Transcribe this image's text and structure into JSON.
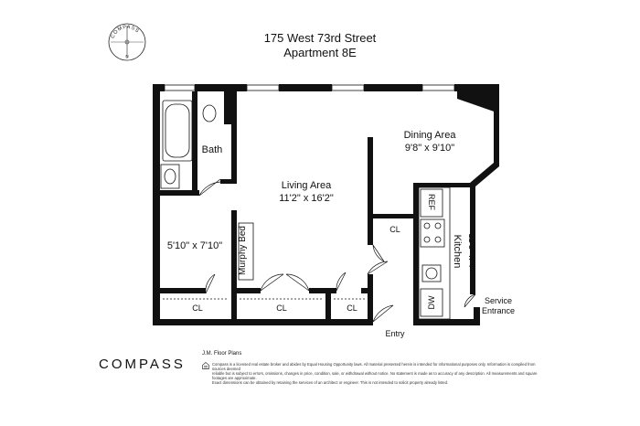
{
  "header": {
    "address": "175 West 73rd Street",
    "unit": "Apartment 8E"
  },
  "compass_rose": {
    "ring_text": "COMPASS",
    "north_letter": "N"
  },
  "rooms": {
    "bath": "Bath",
    "living_name": "Living Area",
    "living_dims": "11'2\" x 16'2\"",
    "dining_name": "Dining Area",
    "dining_dims": "9'8\" x 9'10\"",
    "bedroom_dims": "5'10\" x 7'10\"",
    "murphy": "Murphy Bed",
    "kitchen_name": "Kitchen",
    "kitchen_dims": "11'3\" x 4'",
    "ref": "REF",
    "dw": "DW",
    "cl_left": "CL",
    "cl_mid": "CL",
    "cl_right": "CL",
    "cl_upper": "CL",
    "entry": "Entry",
    "service_1": "Service",
    "service_2": "Entrance"
  },
  "footer": {
    "brand": "COMPASS",
    "credit": "J.M. Floor Plans",
    "disclaimer_1": "Compass is a licensed real estate broker and abides by Equal Housing Opportunity laws. All material presented herein is intended for informational purposes only. Information is compiled from sources deemed",
    "disclaimer_2": "reliable but is subject to errors, omissions, changes in price, condition, sale, or withdrawal without notice. No statement is made as to accuracy of any description. All measurements and square footages are approximate.",
    "disclaimer_3": "Exact dimensions can be obtained by retaining the services of an architect or engineer. This is not intended to solicit property already listed."
  }
}
